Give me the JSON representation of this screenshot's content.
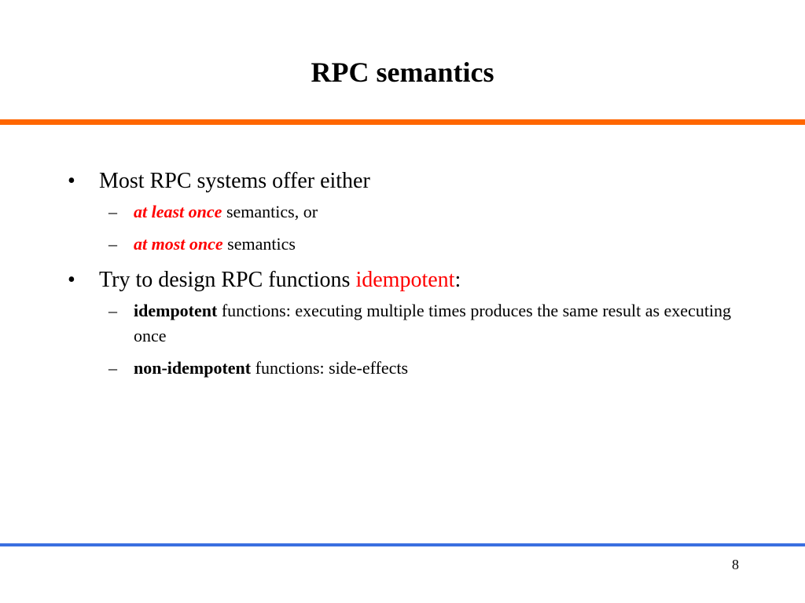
{
  "title": "RPC semantics",
  "colors": {
    "top_rule": "#FF6600",
    "bottom_rule": "#3A6FE0",
    "highlight": "#FF0000"
  },
  "bullets": [
    {
      "marker": "•",
      "text": "Most RPC systems offer either",
      "sub": [
        {
          "marker": "–",
          "highlight": "at least once",
          "rest": " semantics, or"
        },
        {
          "marker": "–",
          "highlight": "at most once",
          "rest": " semantics"
        }
      ]
    },
    {
      "marker": "•",
      "text_before": "Try to design RPC functions ",
      "text_highlight": "idempotent",
      "text_after": ":",
      "sub": [
        {
          "marker": "–",
          "bold": "idempotent",
          "rest": " functions: executing multiple times produces the same result as executing once"
        },
        {
          "marker": "–",
          "bold": "non-idempotent",
          "rest": " functions: side-effects"
        }
      ]
    }
  ],
  "page_number": "8"
}
